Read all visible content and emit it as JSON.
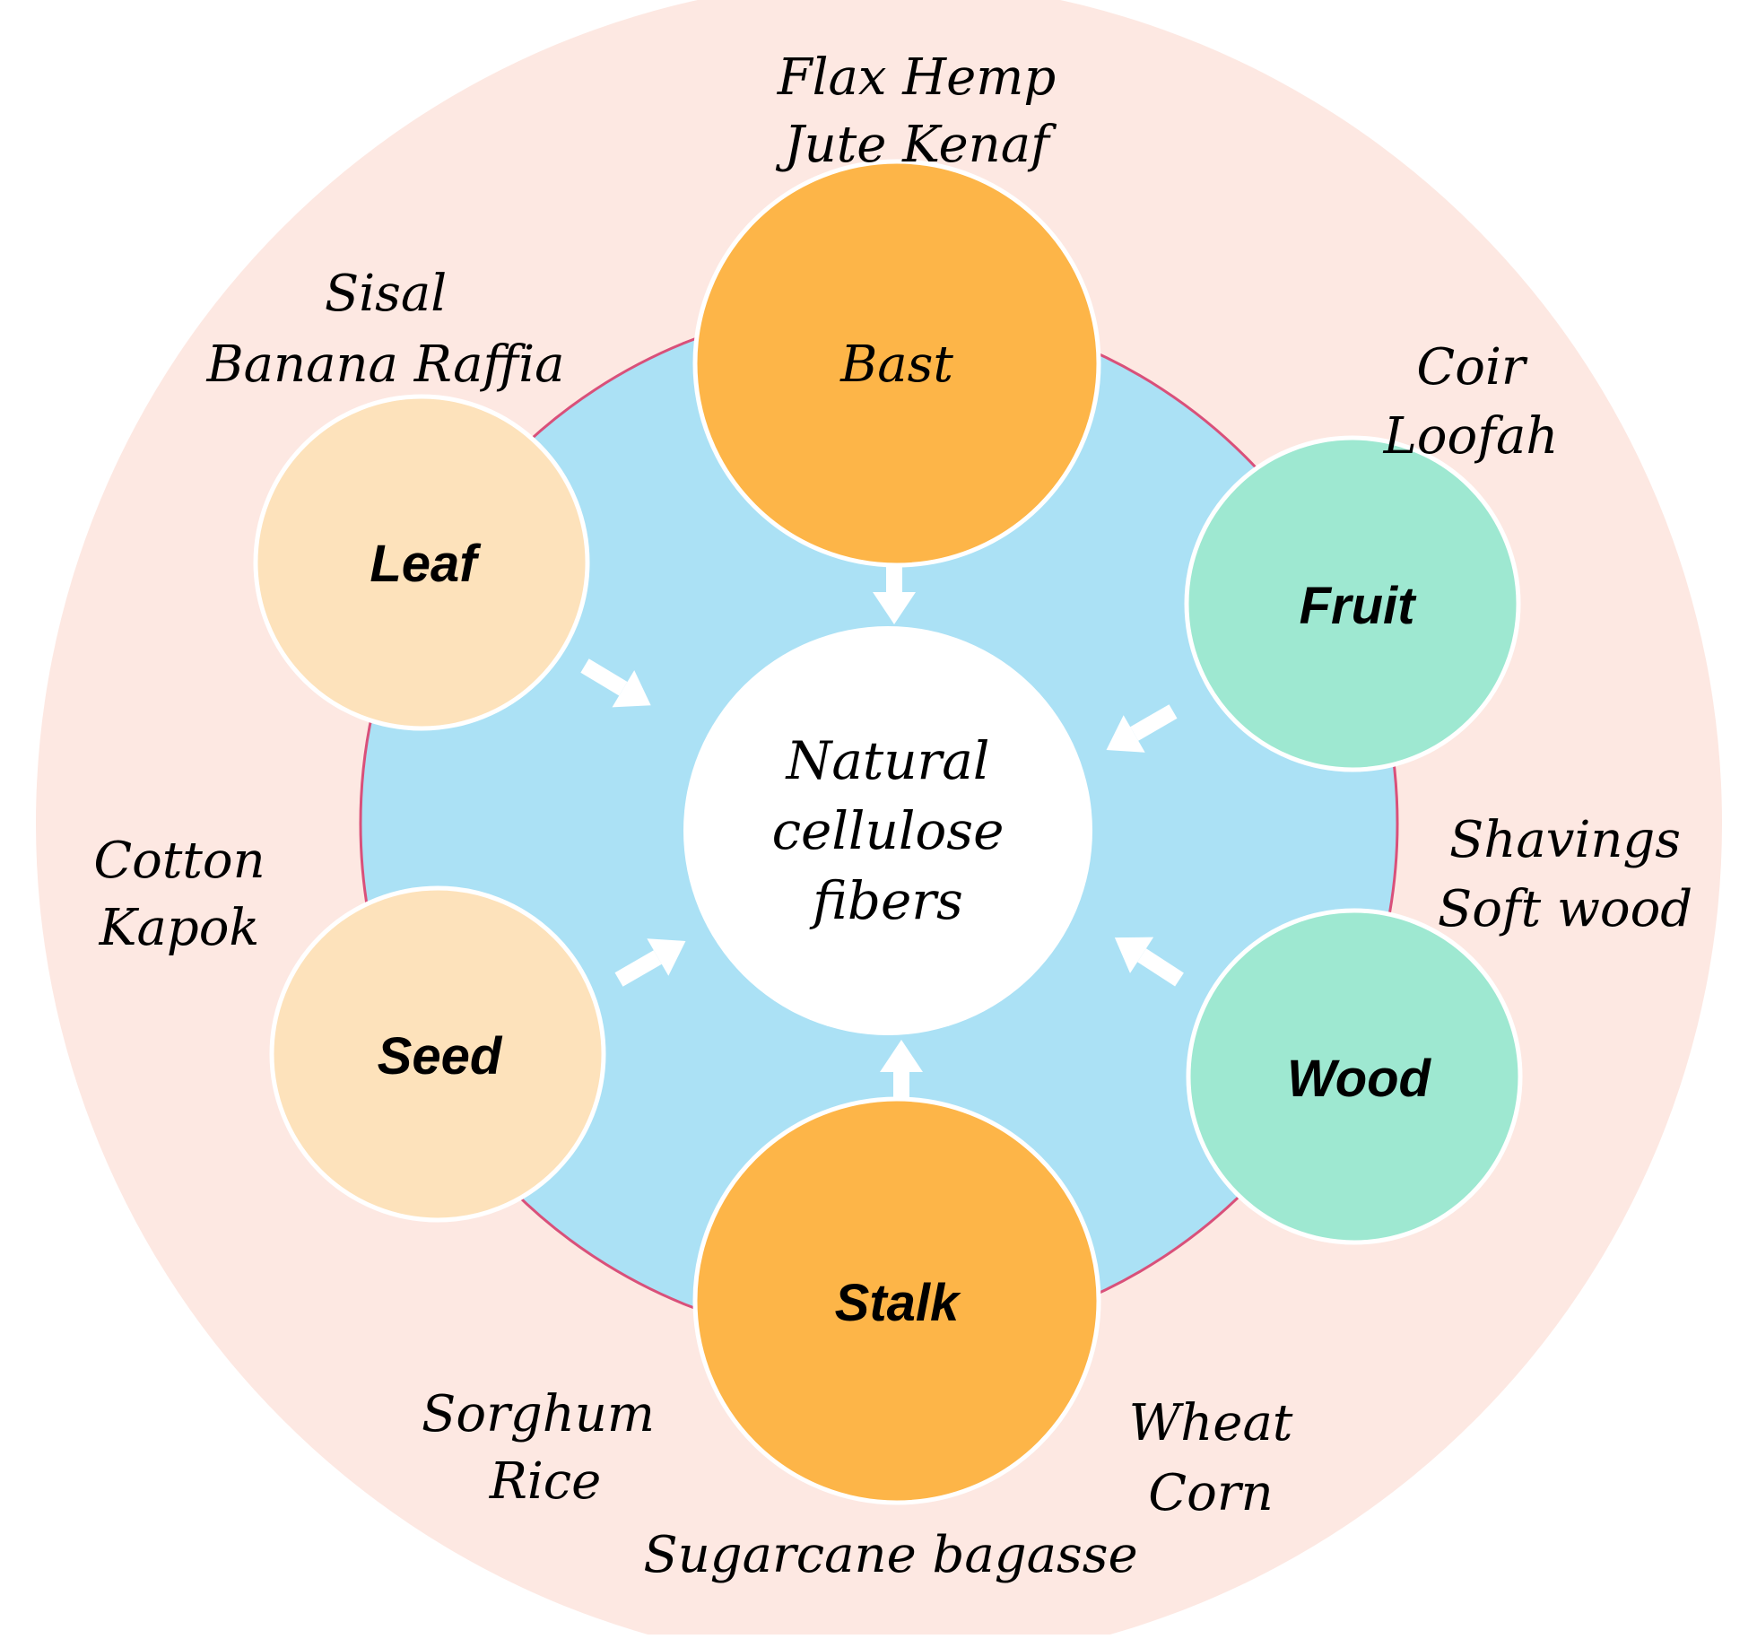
{
  "center": {
    "lines": [
      "Natural",
      "cellulose",
      "fibers"
    ]
  },
  "categories": [
    {
      "key": "bast",
      "label": "Bast",
      "examples": [
        "Flax Hemp",
        "Jute Kenaf"
      ]
    },
    {
      "key": "fruit",
      "label": "Fruit",
      "examples": [
        "Coir",
        "Loofah"
      ]
    },
    {
      "key": "wood",
      "label": "Wood",
      "examples": [
        "Shavings",
        "Soft wood"
      ]
    },
    {
      "key": "stalk",
      "label": "Stalk",
      "examples_left": [
        "Sorghum",
        "Rice"
      ],
      "examples_right": [
        "Wheat",
        "Corn"
      ],
      "examples_bottom": [
        "Sugarcane bagasse"
      ]
    },
    {
      "key": "seed",
      "label": "Seed",
      "examples": [
        "Cotton",
        "Kapok"
      ]
    },
    {
      "key": "leaf",
      "label": "Leaf",
      "examples": [
        "Sisal",
        "Banana Raffia"
      ]
    }
  ],
  "colors": {
    "outer_ring": "#fde8e2",
    "inner_disc": "#abe1f5",
    "inner_border": "#d9507a",
    "orange": "#fdb548",
    "peach": "#fde2bb",
    "mint": "#9ee8d1",
    "center": "#ffffff",
    "arrow": "#ffffff"
  }
}
